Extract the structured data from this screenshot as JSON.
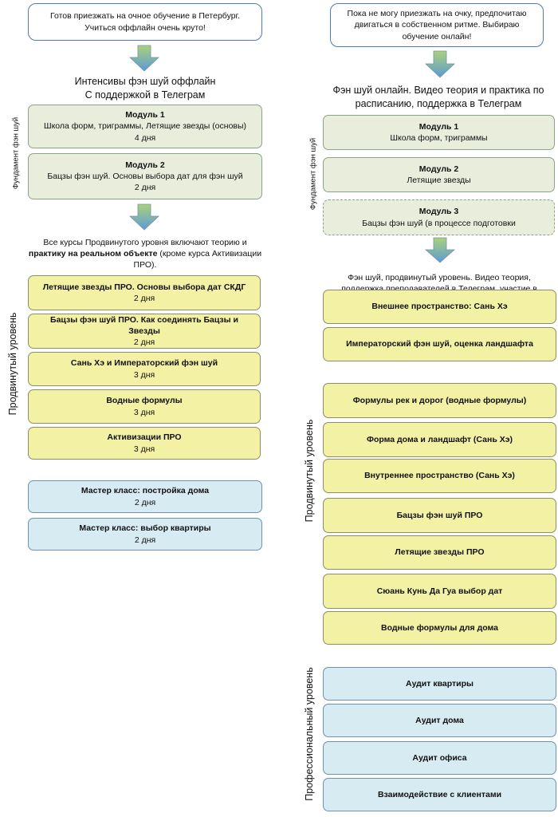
{
  "left": {
    "intro": "Готов приезжать на очное обучение в Петербург. Учиться оффлайн очень круто!",
    "heading_line1": "Интенсивы фэн шуй оффлайн",
    "heading_line2": "С поддержкой в Телеграм",
    "foundation_label": "Фундамент фэн шуй",
    "modules": [
      {
        "title": "Модуль 1",
        "desc": "Школа форм, триграммы, Летящие звезды (основы)",
        "days": "4 дня"
      },
      {
        "title": "Модуль 2",
        "desc": "Бацзы фэн шуй. Основы выбора дат для фэн шуй",
        "days": "2 дня"
      }
    ],
    "advanced_note_part1": "Все курсы Продвинутого уровня включают теорию и",
    "advanced_note_bold": "практику на реальном объекте",
    "advanced_note_part2": "(кроме курса Активизации ПРО).",
    "advanced_label": "Продвинутый уровень",
    "advanced": [
      {
        "title": "Летящие звезды ПРО. Основы выбора дат СКДГ",
        "days": "2 дня"
      },
      {
        "title": "Бацзы фэн шуй ПРО. Как соединять Бацзы и Звезды",
        "days": "2 дня"
      },
      {
        "title": "Сань Хэ и Императорский фэн шуй",
        "days": "3 дня"
      },
      {
        "title": "Водные формулы",
        "days": "3 дня"
      },
      {
        "title": "Активизации ПРО",
        "days": "3 дня"
      }
    ],
    "master": [
      {
        "title": "Мастер класс: постройка дома",
        "days": "2 дня"
      },
      {
        "title": "Мастер класс: выбор квартиры",
        "days": "2 дня"
      }
    ]
  },
  "right": {
    "intro": "Пока не могу приезжать на очку, предпочитаю двигаться в собственном ритме. Выбираю обучение онлайн!",
    "heading_line1": "Фэн шуй онлайн. Видео теория и практика по",
    "heading_line2": "расписанию, поддержка в Телеграм",
    "foundation_label": "Фундамент фэн шуй",
    "modules": [
      {
        "title": "Модуль 1",
        "desc": "Школа форм, триграммы"
      },
      {
        "title": "Модуль 2",
        "desc": "Летящие звезды"
      },
      {
        "title": "Модуль 3",
        "desc": "Бацзы фэн шуй (в процессе подготовки"
      }
    ],
    "advanced_note": "Фэн шуй, продвинутый уровень. Видео теория, поддержка преподавателей в Телеграм, участие в Клубе фэн шуй.",
    "advanced_label": "Продвинутый уровень",
    "advanced": [
      "Внешнее пространство:  Сань Хэ",
      "Императорский фэн шуй, оценка ландшафта",
      "Формулы рек и дорог (водные формулы)",
      "Форма дома и ландшафт (Сань Хэ)",
      "Внутреннее пространство  (Сань Хэ)",
      "Бацзы фэн шуй ПРО",
      "Летящие звезды ПРО",
      "Сюань Кунь Да Гуа выбор дат",
      "Водные формулы для дома"
    ],
    "professional_label": "Профессиональный уровень",
    "professional": [
      "Аудит квартиры",
      "Аудит дома",
      "Аудит офиса",
      "Взаимодействие с клиентами"
    ]
  },
  "colors": {
    "arrow_top": "#a9d27a",
    "arrow_bottom": "#5b9bd5",
    "green_box": "#e9eedc",
    "yellow_box": "#f3f1a4",
    "blue_box": "#d6ebf2"
  }
}
